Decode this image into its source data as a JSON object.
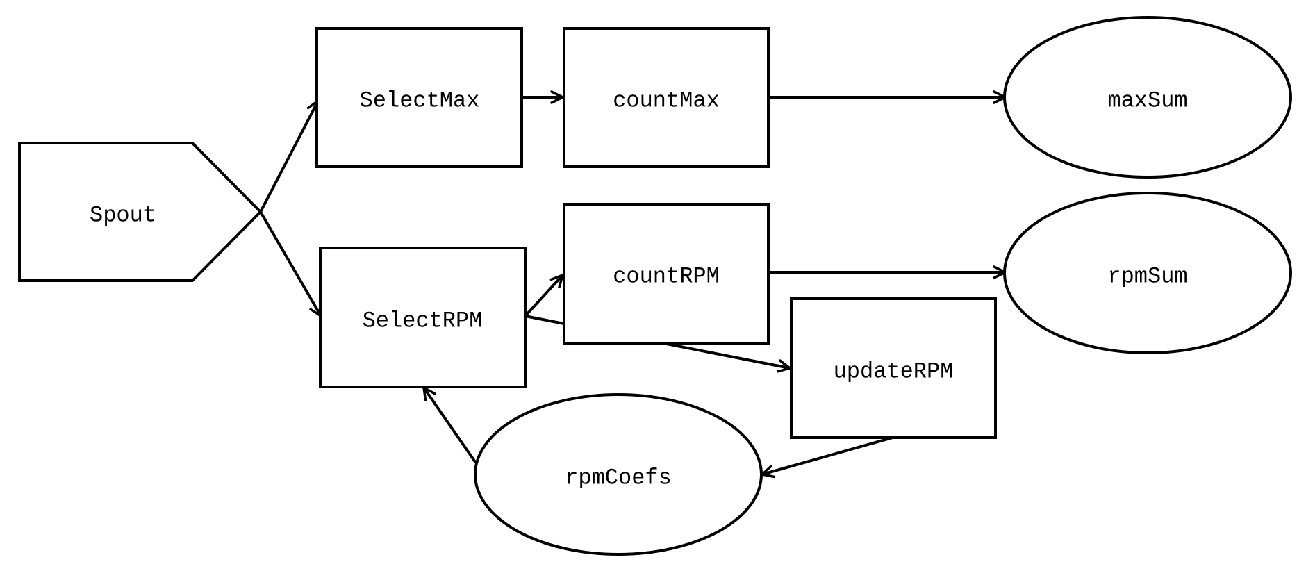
{
  "diagram": {
    "nodes": {
      "spout": {
        "label": "Spout",
        "shape": "pentagon"
      },
      "select_max": {
        "label": "SelectMax",
        "shape": "rectangle"
      },
      "count_max": {
        "label": "countMax",
        "shape": "rectangle"
      },
      "max_sum": {
        "label": "maxSum",
        "shape": "ellipse"
      },
      "select_rpm": {
        "label": "SelectRPM",
        "shape": "rectangle"
      },
      "count_rpm": {
        "label": "countRPM",
        "shape": "rectangle"
      },
      "rpm_sum": {
        "label": "rpmSum",
        "shape": "ellipse"
      },
      "update_rpm": {
        "label": "updateRPM",
        "shape": "rectangle"
      },
      "rpm_coefs": {
        "label": "rpmCoefs",
        "shape": "ellipse"
      }
    },
    "edges": [
      {
        "from": "spout",
        "to": "select_max"
      },
      {
        "from": "spout",
        "to": "select_rpm"
      },
      {
        "from": "select_max",
        "to": "count_max"
      },
      {
        "from": "count_max",
        "to": "max_sum"
      },
      {
        "from": "select_rpm",
        "to": "count_rpm"
      },
      {
        "from": "count_rpm",
        "to": "rpm_sum"
      },
      {
        "from": "select_rpm",
        "to": "update_rpm"
      },
      {
        "from": "update_rpm",
        "to": "rpm_coefs"
      },
      {
        "from": "rpm_coefs",
        "to": "select_rpm"
      }
    ]
  }
}
